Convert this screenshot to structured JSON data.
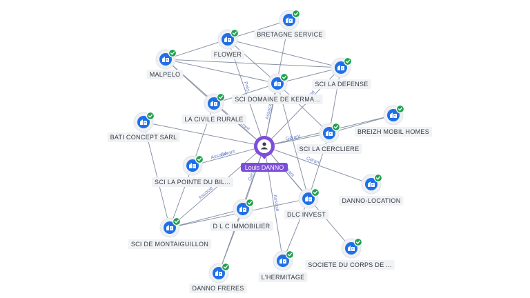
{
  "center": {
    "name": "Louis DANNO",
    "icon": "person-icon",
    "color": "#7d4fd8"
  },
  "companies": [
    {
      "id": "bretagne",
      "label": "BRETAGNE SERVICE",
      "icon": "company-building-icon"
    },
    {
      "id": "flower",
      "label": "FLOWER",
      "icon": "company-building-icon"
    },
    {
      "id": "malpelo",
      "label": "MALPELO",
      "icon": "company-building-icon"
    },
    {
      "id": "defense",
      "label": "SCI LA DEFENSE",
      "icon": "company-building-icon"
    },
    {
      "id": "kerma",
      "label": "SCI DOMAINE DE KERMA...",
      "icon": "company-building-icon"
    },
    {
      "id": "civile",
      "label": "LA CIVILE RURALE",
      "icon": "company-building-icon"
    },
    {
      "id": "breizh",
      "label": "BREIZH MOBIL HOMES",
      "icon": "company-building-icon"
    },
    {
      "id": "bati",
      "label": "BATI CONCEPT SARL",
      "icon": "company-building-icon"
    },
    {
      "id": "cercliere",
      "label": "SCI LA CERCLIERE",
      "icon": "company-building-icon"
    },
    {
      "id": "pointe",
      "label": "SCI LA POINTE DU BIL...",
      "icon": "company-building-icon"
    },
    {
      "id": "location",
      "label": "DANNO-LOCATION",
      "icon": "company-building-icon"
    },
    {
      "id": "dlcinvest",
      "label": "DLC INVEST",
      "icon": "company-building-icon"
    },
    {
      "id": "dlcimmo",
      "label": "D L C IMMOBILIER",
      "icon": "company-building-icon"
    },
    {
      "id": "montaiguillon",
      "label": "SCI DE MONTAIGUILLON",
      "icon": "company-building-icon"
    },
    {
      "id": "corps",
      "label": "SOCIETE DU CORPS DE ...",
      "icon": "company-building-icon"
    },
    {
      "id": "hermitage",
      "label": "L'HERMITAGE",
      "icon": "company-building-icon"
    },
    {
      "id": "freres",
      "label": "DANNO FRERES",
      "icon": "company-building-icon"
    }
  ],
  "edge_labels": {
    "associe": "Associé",
    "gerant": "Gérant",
    "president": "Prés"
  },
  "colors": {
    "node_core": "#1f6fe8",
    "verified_check": "#20a150",
    "edge": "#8a93a6",
    "edge_label": "#6b7fd6"
  }
}
